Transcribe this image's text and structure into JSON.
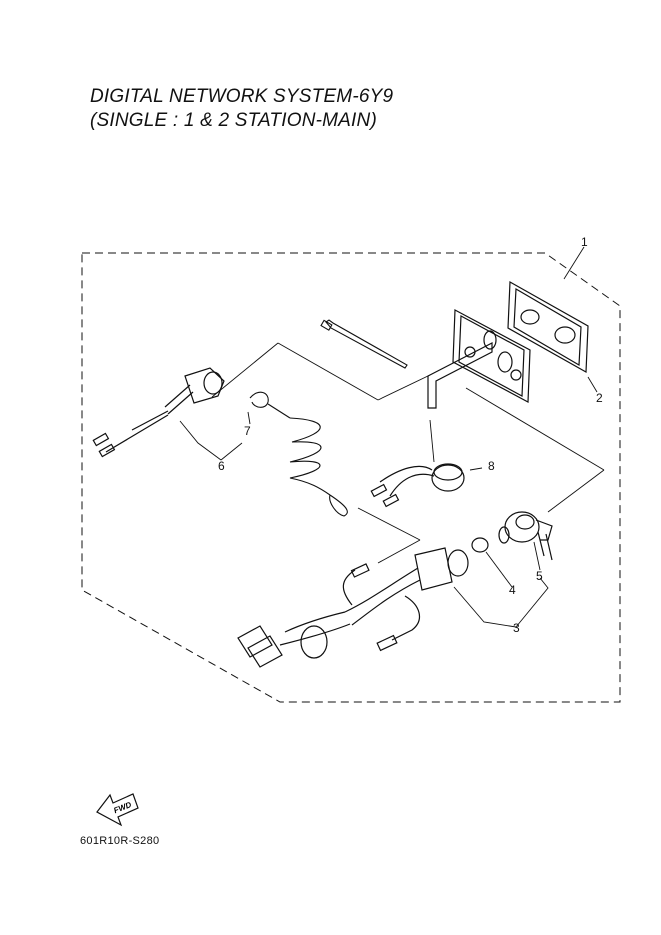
{
  "title": {
    "line1": "DIGITAL NETWORK SYSTEM-6Y9",
    "line2": "(SINGLE : 1 & 2 STATION-MAIN)"
  },
  "callouts": [
    "1",
    "2",
    "3",
    "4",
    "5",
    "6",
    "7",
    "8"
  ],
  "direction_arrow": {
    "text": "FWD",
    "icon": "fwd-arrow-icon"
  },
  "diagram_code": "601R10R-S280"
}
